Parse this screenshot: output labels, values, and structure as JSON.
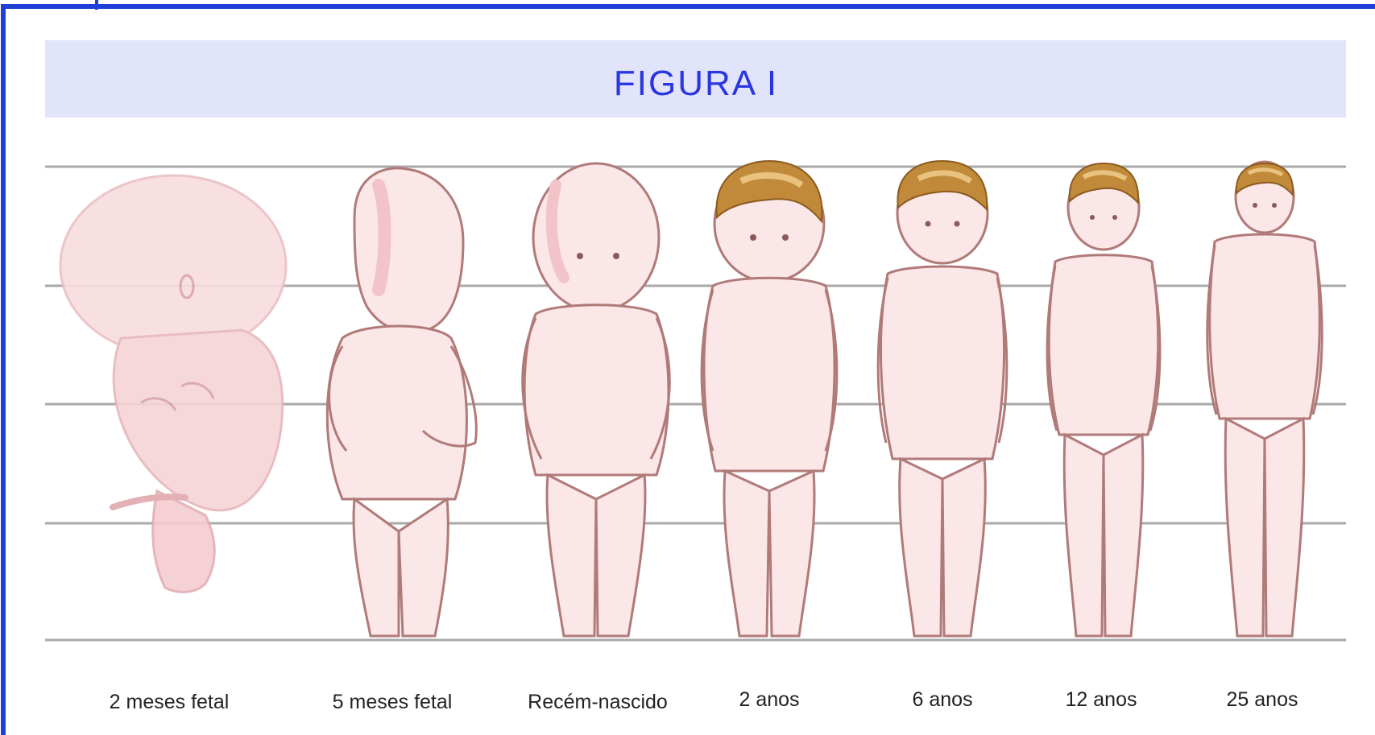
{
  "figure": {
    "title": "FIGURA I",
    "colors": {
      "frame_border": "#1f3fd6",
      "title_band": "#e2e4fb",
      "title_text": "#2a36e0",
      "guide_line": "#a9a9a9",
      "skin_fill": "#fbe6e8",
      "skin_shade": "#f2c4c9",
      "outline": "#b07a78",
      "hair": "#c08a3a",
      "hair_light": "#e9c27f",
      "fetus_fill": "#f8dcdf",
      "caption_text": "#222222"
    },
    "stages": [
      {
        "label": "2 meses fetal",
        "icon": "fetus-2-months-icon"
      },
      {
        "label": "5 meses fetal",
        "icon": "fetus-5-months-icon"
      },
      {
        "label": "Recém-nascido",
        "icon": "newborn-icon"
      },
      {
        "label": "2 anos",
        "icon": "child-2-years-icon"
      },
      {
        "label": "6 anos",
        "icon": "child-6-years-icon"
      },
      {
        "label": "12 anos",
        "icon": "child-12-years-icon"
      },
      {
        "label": "25 anos",
        "icon": "adult-25-years-icon"
      }
    ]
  }
}
